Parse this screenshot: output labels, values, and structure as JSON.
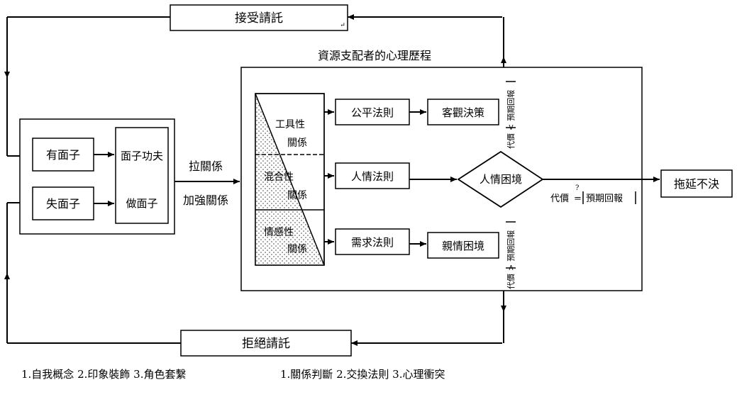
{
  "top_box": "接受請託",
  "bottom_box": "拒絕請託",
  "left_boxes": {
    "have_face": "有面子",
    "lose_face": "失面子",
    "face_work": "面子功夫",
    "do_face": "做面子"
  },
  "middle_labels": {
    "pull": "拉關係",
    "strengthen": "加強關係"
  },
  "main_title": "資源支配者的心理歷程",
  "relations": {
    "instrumental": [
      "工具性",
      "關係"
    ],
    "mixed": [
      "混合性",
      "關係"
    ],
    "expressive": [
      "情感性",
      "關係"
    ]
  },
  "rules": {
    "equity": "公平法則",
    "renqing": "人情法則",
    "need": "需求法則"
  },
  "outcomes": {
    "objective": "客觀決策",
    "renqing_dilemma": "人情困境",
    "family_dilemma": "親情困境"
  },
  "delay_box": "拖延不決",
  "cost_labels": {
    "lt": [
      "代價",
      "<",
      "預期回報"
    ],
    "eq": [
      "代價",
      "?",
      "=",
      "預期回報"
    ],
    "gt": [
      "代價",
      ">",
      "預期回報"
    ]
  },
  "bottom_notes": {
    "left": "1.自我概念 2.印象裝飾 3.角色套繫",
    "right": "1.關係判斷 2.交換法則 3.心理衝突"
  },
  "return_mark": "↵"
}
